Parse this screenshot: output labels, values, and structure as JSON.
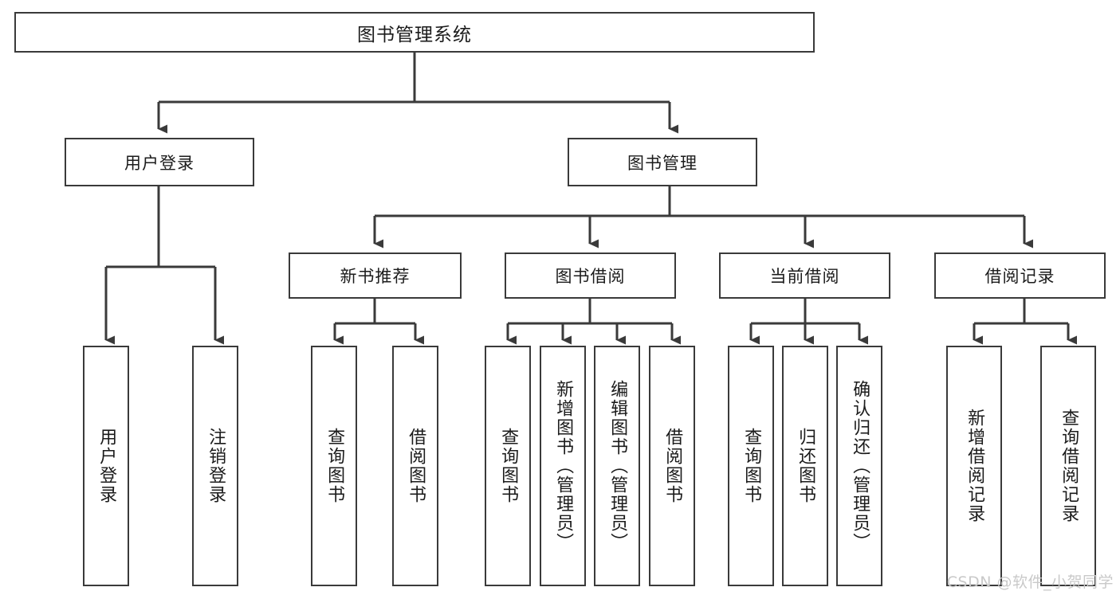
{
  "diagram": {
    "title": "图书管理系统",
    "type": "tree",
    "watermark": "CSDN @软件_小贺同学",
    "colors": {
      "stroke": "#3a3a3a",
      "fill": "#ffffff",
      "text": "#1b1b1b",
      "watermark": "#c9c9c9"
    },
    "root": {
      "label": "图书管理系统"
    },
    "level2": [
      {
        "label": "用户登录"
      },
      {
        "label": "图书管理"
      }
    ],
    "level3": [
      {
        "label": "新书推荐"
      },
      {
        "label": "图书借阅"
      },
      {
        "label": "当前借阅"
      },
      {
        "label": "借阅记录"
      }
    ],
    "leaves": [
      {
        "label": "用户登录",
        "parent": "用户登录"
      },
      {
        "label": "注销登录",
        "parent": "用户登录"
      },
      {
        "label": "查询图书",
        "parent": "新书推荐"
      },
      {
        "label": "借阅图书",
        "parent": "新书推荐"
      },
      {
        "label": "查询图书",
        "parent": "图书借阅"
      },
      {
        "label": "新增图书（管理员）",
        "parent": "图书借阅"
      },
      {
        "label": "编辑图书（管理员）",
        "parent": "图书借阅"
      },
      {
        "label": "借阅图书",
        "parent": "图书借阅"
      },
      {
        "label": "查询图书",
        "parent": "当前借阅"
      },
      {
        "label": "归还图书",
        "parent": "当前借阅"
      },
      {
        "label": "确认归还（管理员）",
        "parent": "当前借阅"
      },
      {
        "label": "新增借阅记录",
        "parent": "借阅记录"
      },
      {
        "label": "查询借阅记录",
        "parent": "借阅记录"
      }
    ]
  }
}
